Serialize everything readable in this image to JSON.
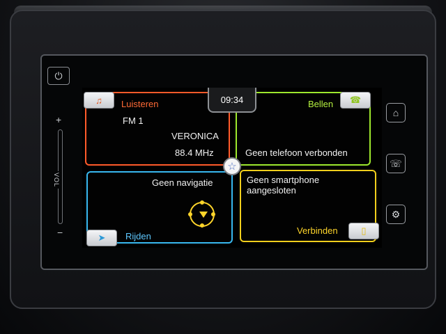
{
  "header": {
    "clock": "09:34"
  },
  "tiles": {
    "listen": {
      "label": "Luisteren",
      "band": "FM 1",
      "station": "VERONICA",
      "frequency": "88.4 MHz",
      "color": "#ff5a2a"
    },
    "call": {
      "label": "Bellen",
      "status": "Geen telefoon verbonden",
      "color": "#9ee82d"
    },
    "drive": {
      "label": "Rijden",
      "status": "Geen navigatie",
      "color": "#38b8f0"
    },
    "connect": {
      "label": "Verbinden",
      "status_line1": "Geen smartphone",
      "status_line2": "aangesloten",
      "color": "#f2cf1c"
    }
  },
  "left_controls": {
    "vol_plus": "+",
    "vol_minus": "−",
    "vol_label": "VOL",
    "power_icon": "power-icon"
  },
  "right_controls": {
    "home_icon": "home-icon",
    "voice_icon": "voice-icon",
    "settings_icon": "gear-icon"
  },
  "center": {
    "favorite_icon": "star-icon"
  }
}
